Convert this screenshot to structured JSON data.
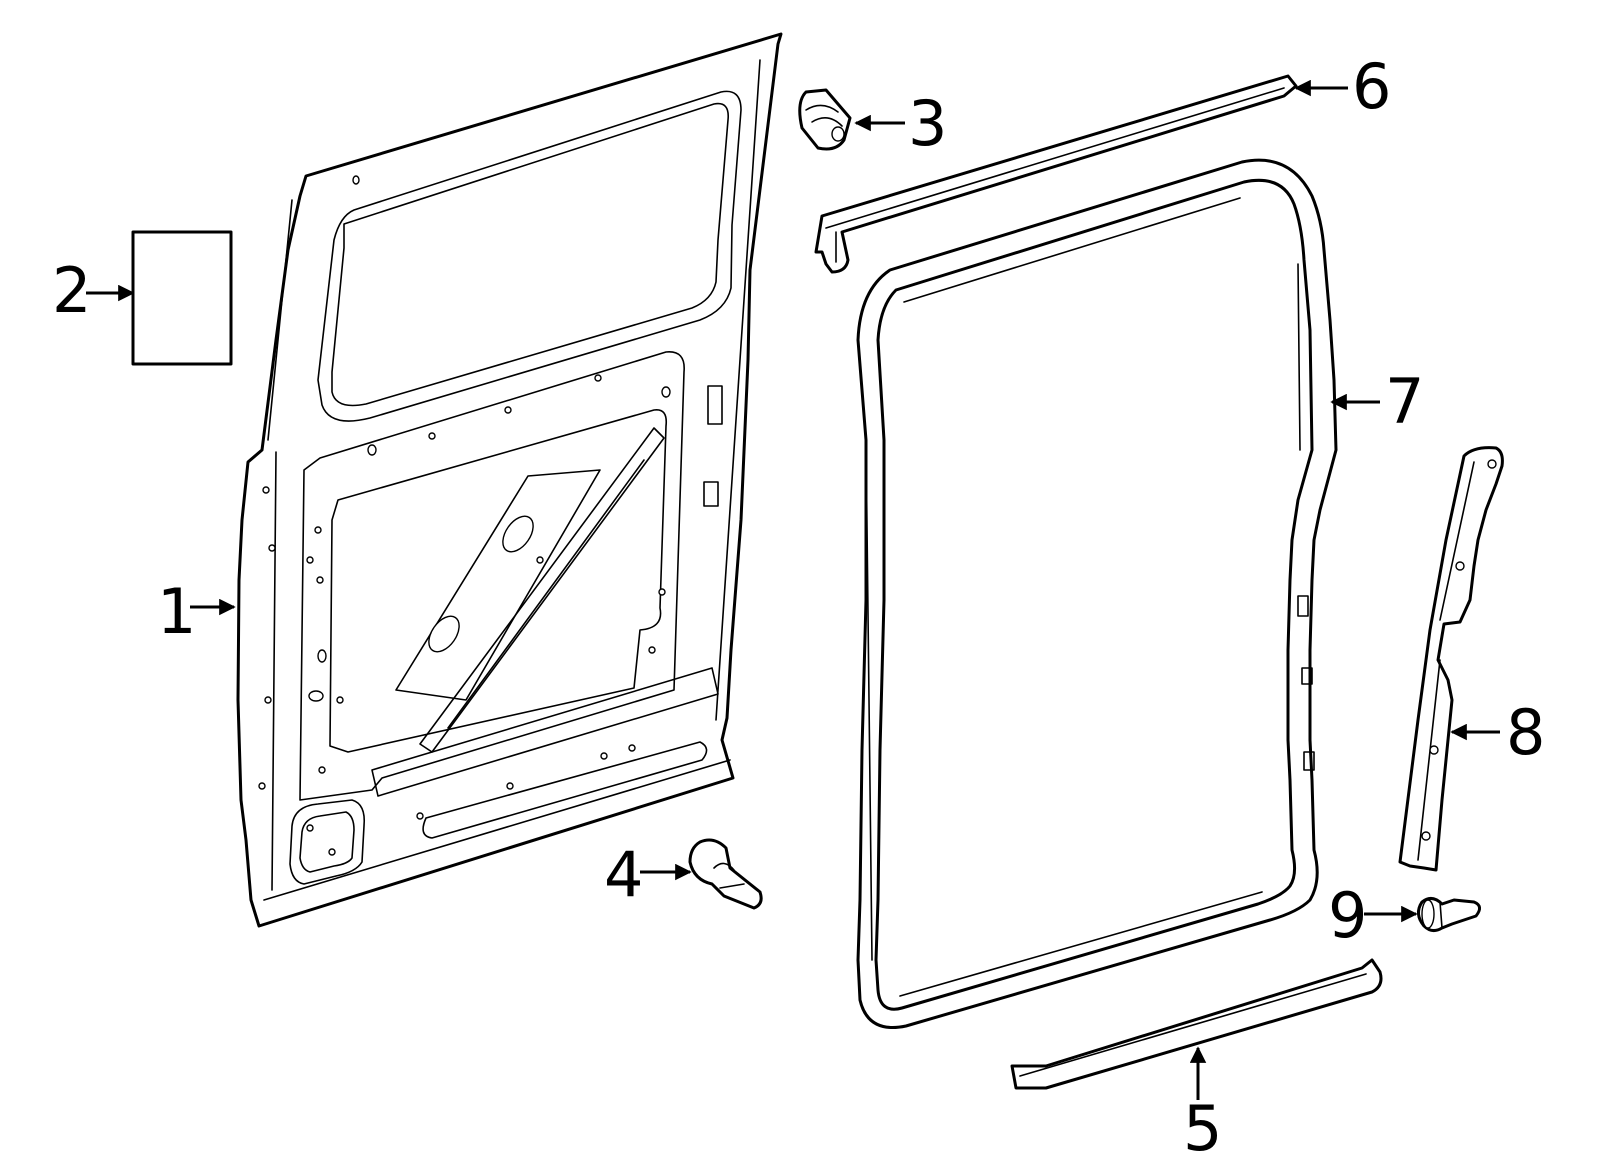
{
  "colors": {
    "line": "#000000",
    "background": "#ffffff"
  },
  "callouts": [
    "1",
    "2",
    "3",
    "4",
    "5",
    "6",
    "7",
    "8",
    "9"
  ]
}
